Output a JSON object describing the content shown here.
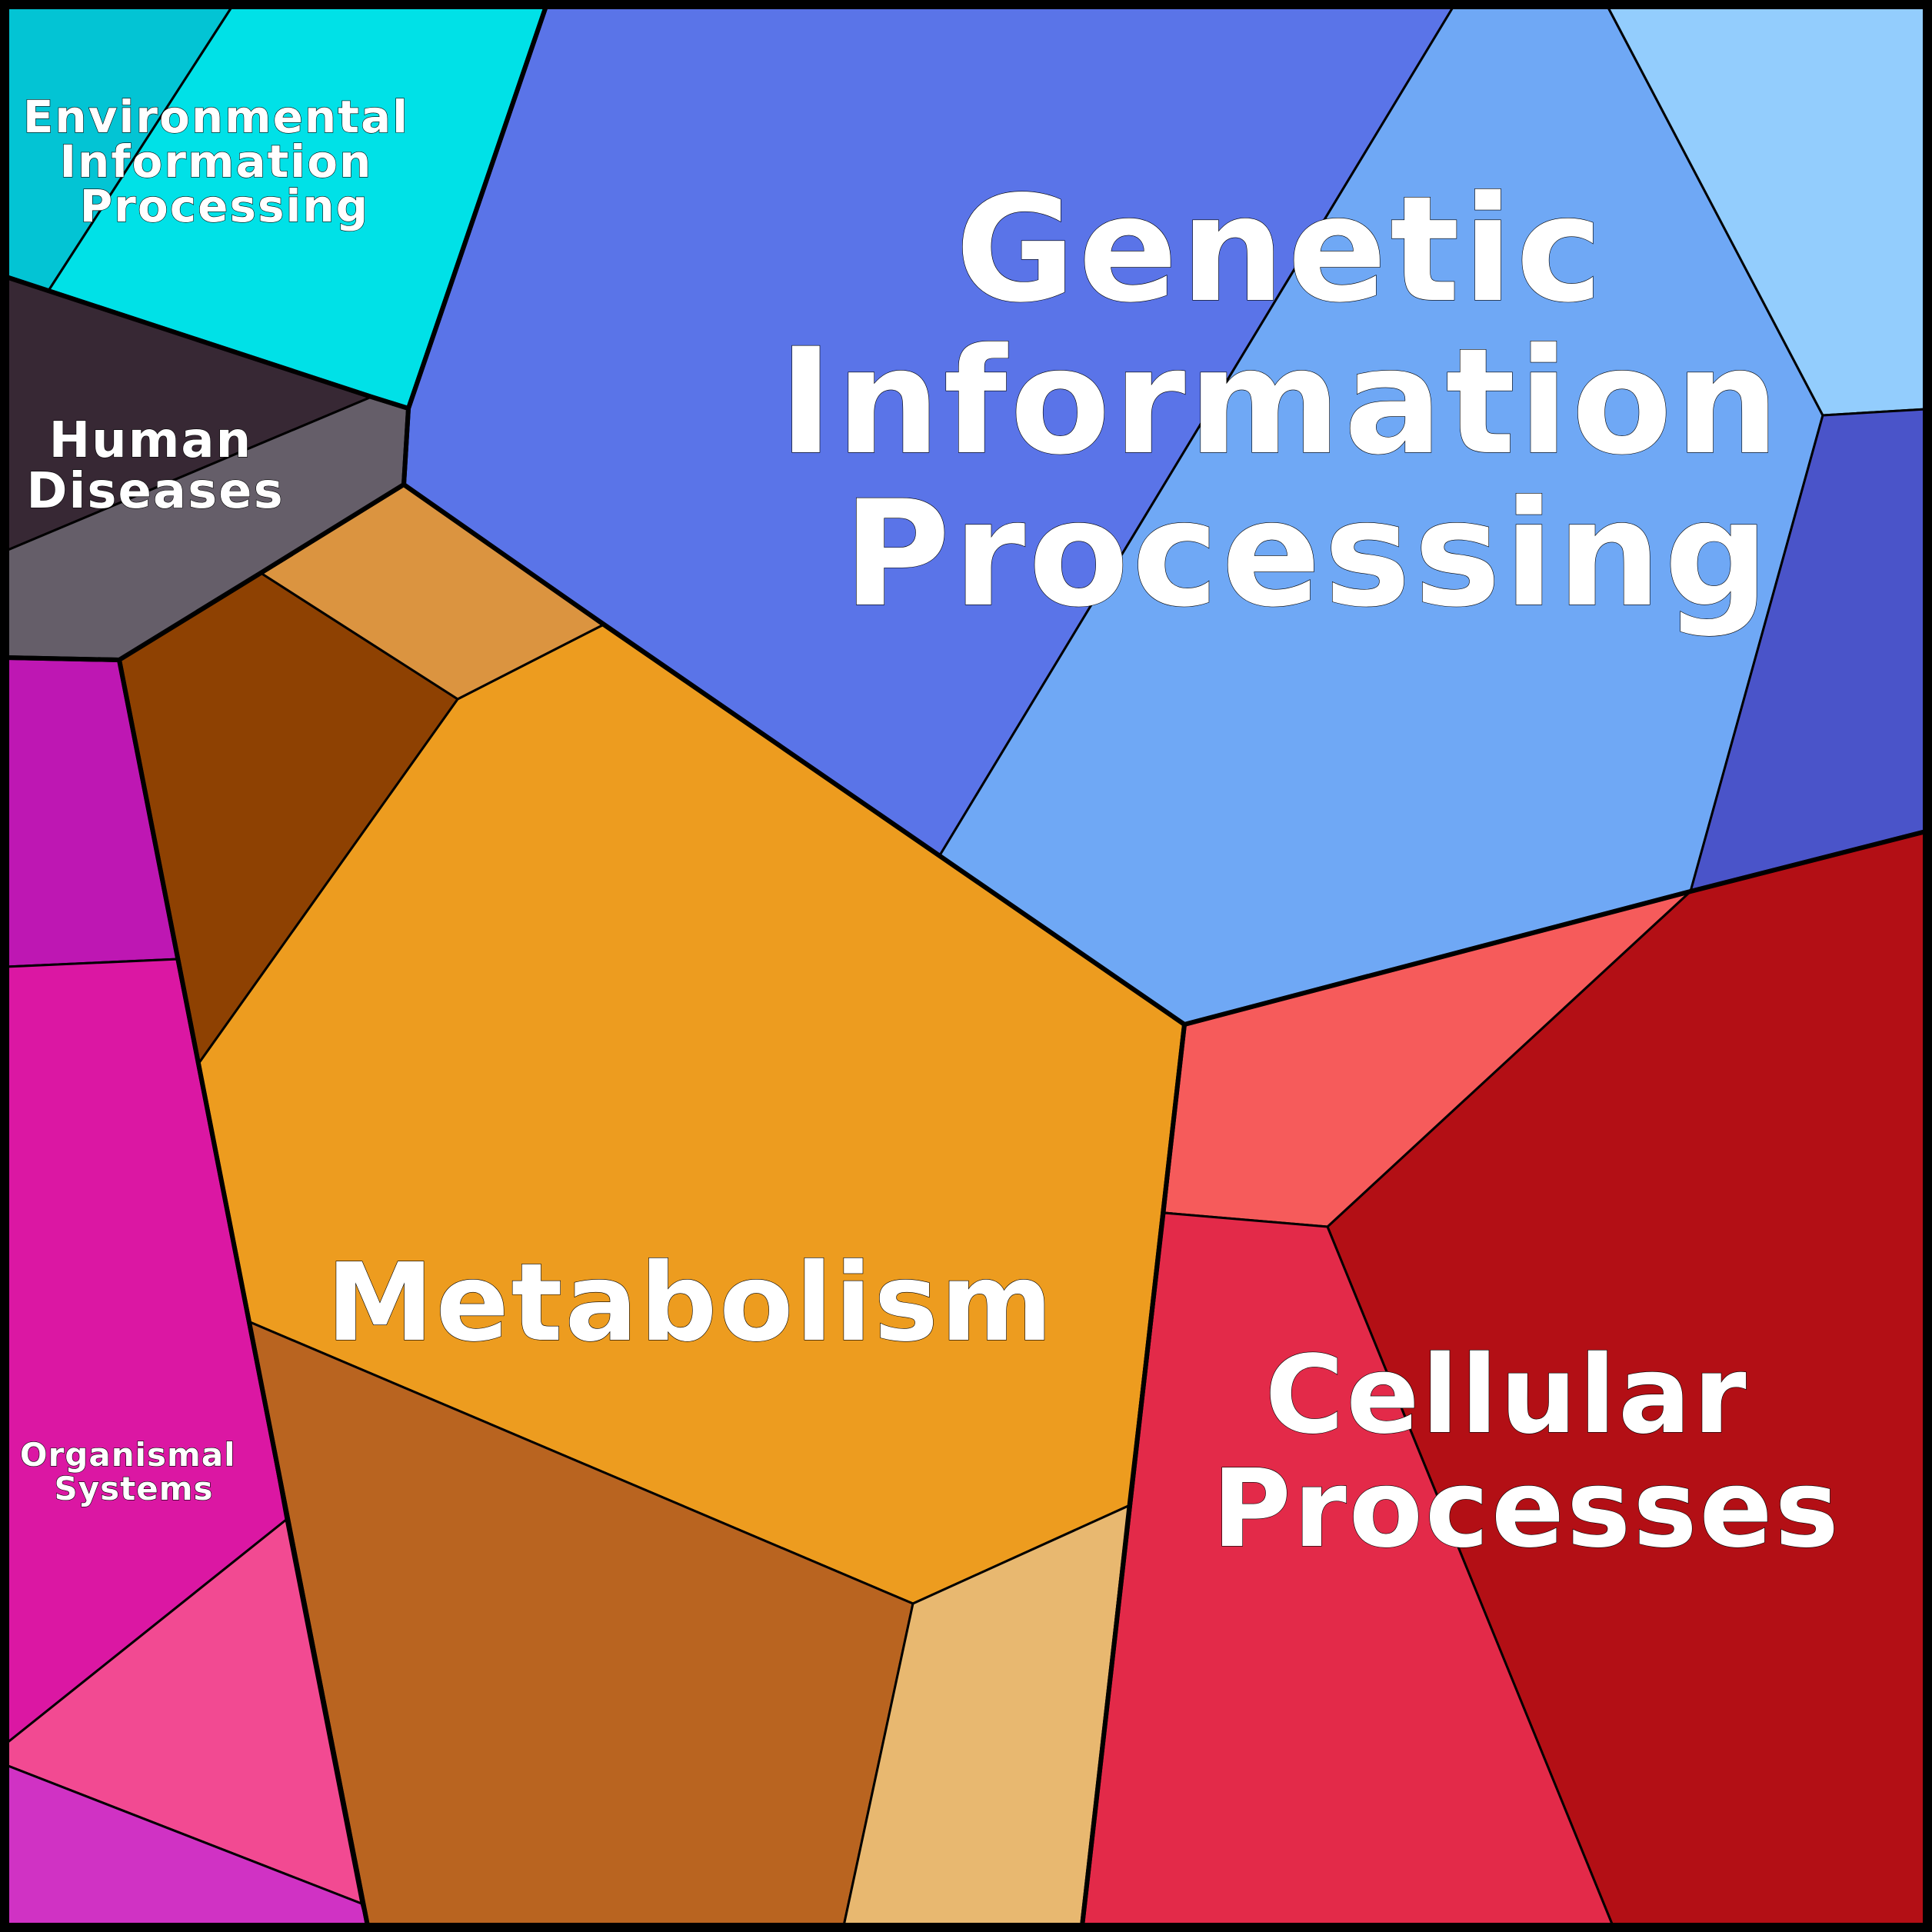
{
  "diagram": {
    "type": "voronoi-treemap",
    "categories": [
      {
        "key": "genetic",
        "label_lines": [
          "Genetic",
          "Information",
          "Processing"
        ],
        "color": "#5a74e8",
        "subcells": [
          {
            "key": "gip-main",
            "color": "#5a74e8"
          },
          {
            "key": "gip-light",
            "color": "#6fa8f5"
          },
          {
            "key": "gip-pale",
            "color": "#93cdfd"
          },
          {
            "key": "gip-indigo",
            "color": "#4a54c9"
          }
        ]
      },
      {
        "key": "metabolism",
        "label_lines": [
          "Metabolism"
        ],
        "color": "#ed9c1f",
        "subcells": [
          {
            "key": "met-main",
            "color": "#ed9c1f"
          },
          {
            "key": "met-light-orange",
            "color": "#db9440"
          },
          {
            "key": "met-dark-brown",
            "color": "#8e4102"
          },
          {
            "key": "met-rust",
            "color": "#b96420"
          },
          {
            "key": "met-tan",
            "color": "#e8b870"
          }
        ]
      },
      {
        "key": "cellular",
        "label_lines": [
          "Cellular",
          "Processes"
        ],
        "color": "#b30f15",
        "subcells": [
          {
            "key": "cel-dark-red",
            "color": "#b30f15"
          },
          {
            "key": "cel-salmon",
            "color": "#f65b5b"
          },
          {
            "key": "cel-crimson",
            "color": "#e32a49"
          }
        ]
      },
      {
        "key": "environmental",
        "label_lines": [
          "Environmental",
          "Information",
          "Processing"
        ],
        "color": "#00e1e7",
        "subcells": [
          {
            "key": "env-teal",
            "color": "#03c4d4"
          },
          {
            "key": "env-cyan",
            "color": "#00e1e7"
          }
        ]
      },
      {
        "key": "human",
        "label_lines": [
          "Human",
          "Diseases"
        ],
        "color": "#372834",
        "subcells": [
          {
            "key": "hum-dark",
            "color": "#372834"
          },
          {
            "key": "hum-gray",
            "color": "#655e69"
          }
        ]
      },
      {
        "key": "organismal",
        "label_lines": [
          "Organismal",
          "Systems"
        ],
        "color": "#db17a3",
        "subcells": [
          {
            "key": "org-purple",
            "color": "#be17b3"
          },
          {
            "key": "org-magenta",
            "color": "#db17a3"
          },
          {
            "key": "org-pink",
            "color": "#f24a92"
          },
          {
            "key": "org-violet",
            "color": "#d032c4"
          }
        ]
      }
    ]
  }
}
